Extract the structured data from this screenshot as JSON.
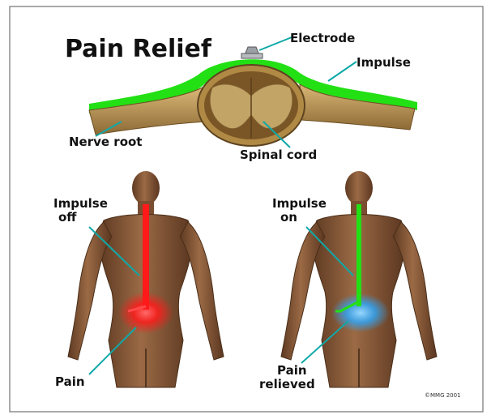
{
  "title": "Pain Relief",
  "top_labels": {
    "electrode": "Electrode",
    "impulse": "Impulse",
    "nerve_root": "Nerve root",
    "spinal_cord": "Spinal cord"
  },
  "left_figure": {
    "impulse_line1": "Impulse",
    "impulse_line2": "off",
    "pain": "Pain"
  },
  "right_figure": {
    "impulse_line1": "Impulse",
    "impulse_line2": "on",
    "pain_line1": "Pain",
    "pain_line2": "relieved"
  },
  "credit": "©MMG 2001",
  "colors": {
    "impulse_green": "#22e014",
    "pain_red": "#ff1a1a",
    "relief_blue": "#2aa8ff",
    "leader_teal": "#10a8a8",
    "skin": "#8a5a38"
  }
}
